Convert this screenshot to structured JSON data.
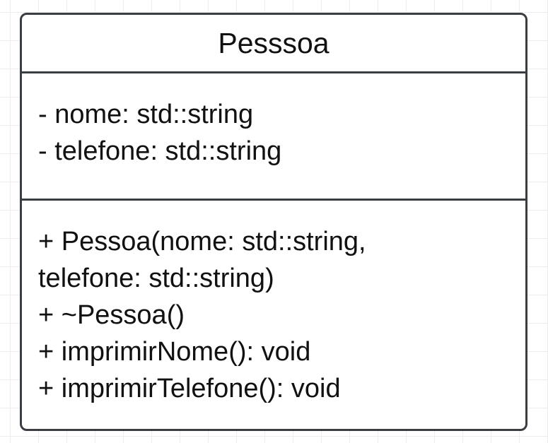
{
  "uml_class": {
    "name": "Pesssoa",
    "attributes": [
      "- nome: std::string",
      "- telefone: std::string"
    ],
    "methods": [
      "+ Pessoa(nome: std::string,",
      "telefone: std::string)",
      "+ ~Pessoa()",
      "+ imprimirNome(): void",
      "+ imprimirTelefone(): void"
    ]
  },
  "colors": {
    "border": "#3a3d42",
    "grid": "#ececec",
    "text": "#111111",
    "background": "#ffffff"
  }
}
